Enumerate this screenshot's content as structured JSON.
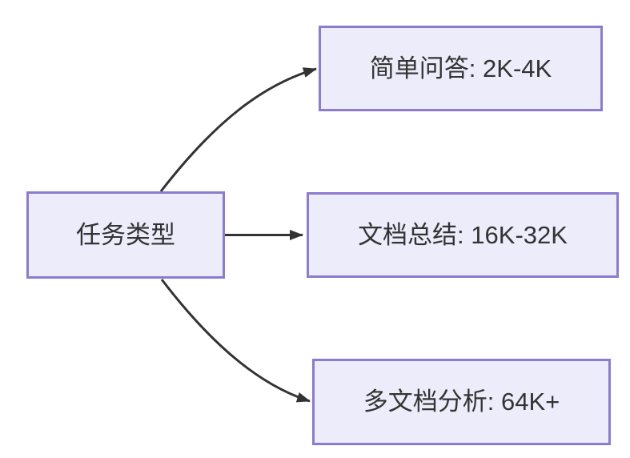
{
  "diagram": {
    "type": "flowchart",
    "direction": "left-to-right",
    "nodes": {
      "root": {
        "id": "root",
        "label": "任务类型"
      },
      "simple_qa": {
        "id": "simple_qa",
        "label": "简单问答: 2K-4K"
      },
      "doc_summary": {
        "id": "doc_summary",
        "label": "文档总结: 16K-32K"
      },
      "multi_doc": {
        "id": "multi_doc",
        "label": "多文档分析: 64K+"
      }
    },
    "edges": [
      {
        "from": "任务类型",
        "to": "简单问答: 2K-4K",
        "shape": "curved-up",
        "arrowhead": "solid-triangle"
      },
      {
        "from": "任务类型",
        "to": "文档总结: 16K-32K",
        "shape": "straight",
        "arrowhead": "solid-triangle"
      },
      {
        "from": "任务类型",
        "to": "多文档分析: 64K+",
        "shape": "curved-down",
        "arrowhead": "solid-triangle"
      }
    ],
    "colors": {
      "node_fill": "#ECECFB",
      "node_border": "#8C7BD1",
      "edge": "#333333",
      "text": "#333333",
      "background": "#FFFFFF"
    }
  }
}
